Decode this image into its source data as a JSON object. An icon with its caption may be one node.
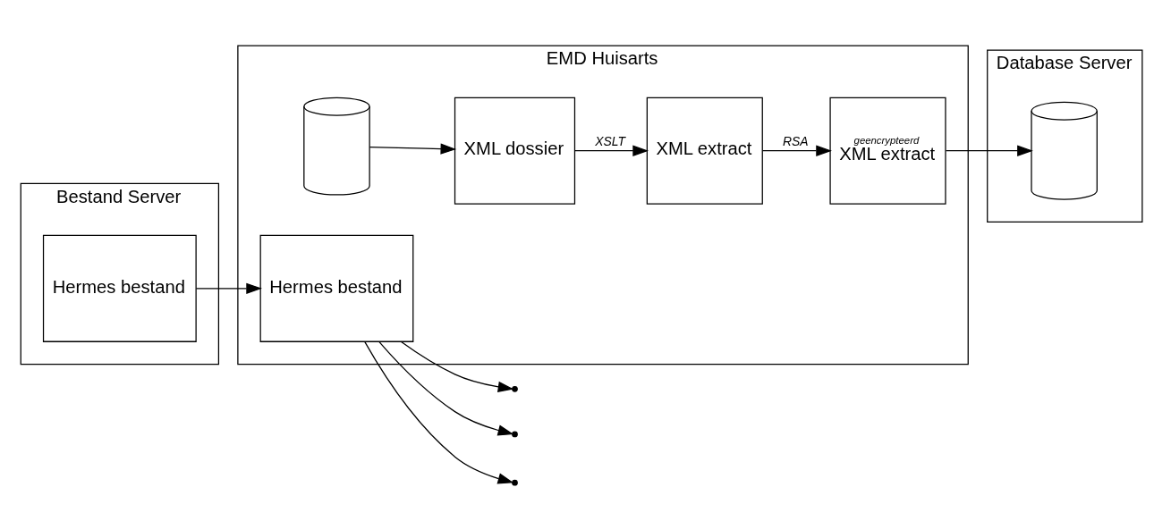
{
  "diagram": {
    "nodes": [
      {
        "text": [
          "EMD Huisarts"
        ]
      },
      {
        "text": [],
        "shape": "cylinder",
        "in": 0
      },
      {
        "text": [
          "XML dossier"
        ],
        "in": 0
      },
      {
        "text": [
          "XML extract"
        ],
        "in": 0
      },
      {
        "text": [
          "geencrypteerd",
          "XML extract"
        ],
        "in": 0
      },
      {
        "text": [
          "Hermes bestand"
        ],
        "in": 0
      },
      {
        "text": [
          "Database Server"
        ]
      },
      {
        "text": [],
        "shape": "cylinder",
        "in": 6
      },
      {
        "text": [
          "Bestand Server"
        ]
      },
      {
        "text": [
          "Hermes bestand"
        ],
        "in": 8
      }
    ],
    "edges": [
      {
        "from": 1,
        "to": 2,
        "arrow": "to"
      },
      {
        "from": 2,
        "to": 3,
        "arrow": "to",
        "label": "XSLT"
      },
      {
        "from": 3,
        "to": 4,
        "arrow": "to",
        "label": "RSA"
      },
      {
        "from": 4,
        "to": 7,
        "arrow": "to"
      },
      {
        "from": 5,
        "to": null,
        "arrow": "to"
      },
      {
        "from": 5,
        "to": null,
        "arrow": "to"
      },
      {
        "from": 5,
        "to": null,
        "arrow": "to"
      },
      {
        "from": 9,
        "to": 5,
        "arrow": "to"
      }
    ]
  }
}
